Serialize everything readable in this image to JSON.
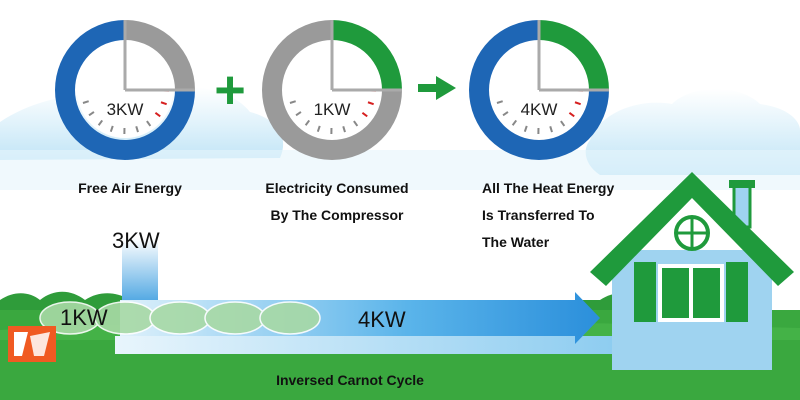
{
  "gauges": [
    {
      "name": "free-air",
      "value_label": "3KW",
      "blue_fraction": 0.75,
      "rest_color": "#9a9a9a",
      "arc_color": "#1e66b5"
    },
    {
      "name": "electricity",
      "value_label": "1KW",
      "blue_fraction": 0.25,
      "rest_color": "#9a9a9a",
      "arc_color": "#1f9a3c"
    },
    {
      "name": "heat",
      "value_label": "4KW",
      "blue_fraction": 0.75,
      "rest_color": "#1f9a3c",
      "arc_color": "#1e66b5"
    }
  ],
  "labels": {
    "free_air": "Free Air Energy",
    "electricity_line1": "Electricity Consumed",
    "electricity_line2": "By The Compressor",
    "heat_line1": "All The Heat Energy",
    "heat_line2": "Is Transferred To",
    "heat_line3": "The Water",
    "cycle": "Inversed Carnot Cycle"
  },
  "flow": {
    "input_label": "3KW",
    "left_label": "1KW",
    "output_label": "4KW"
  },
  "symbols": {
    "plus": "+",
    "arrow": "→"
  },
  "colors": {
    "blue": "#1e66b5",
    "green": "#1f9a3c",
    "grass": "#3aa83f",
    "sky": "#cfeaf7",
    "house": "#9fd3f0",
    "logo_orange": "#f05a22",
    "logo_red": "#e8351e"
  }
}
